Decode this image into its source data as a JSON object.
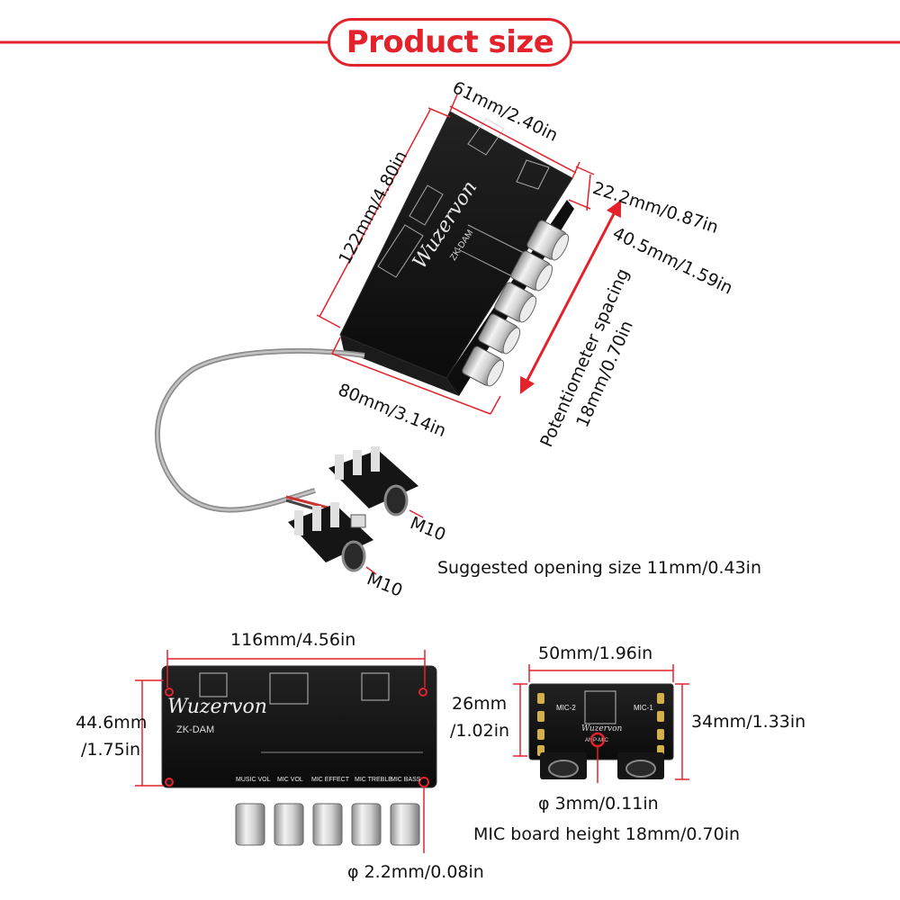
{
  "title": "Product size",
  "brand": {
    "logo": "Wuzervon",
    "model": "ZK-DAM",
    "mic_logo": "Wuzervon",
    "mic_model": "AMP-MIC"
  },
  "top_view": {
    "width": "61mm/2.40in",
    "length": "122mm/4.80in",
    "height": "22.2mm/0.87in",
    "knob_span": "40.5mm/1.59in",
    "spacing_label": "Potentiometer spacing",
    "spacing_value": "18mm/0.70in",
    "depth": "80mm/3.14in",
    "jack1": "M10",
    "jack2": "M10",
    "opening": "Suggested opening size 11mm/0.43in"
  },
  "front_view": {
    "width": "116mm/4.56in",
    "height_mm": "44.6mm",
    "height_in": "/1.75in",
    "hole": "φ 2.2mm/0.08in",
    "pcb_labels": [
      "MUSIC VOL",
      "MIC VOL",
      "MIC EFFECT",
      "MIC TREBLE",
      "MIC BASS"
    ]
  },
  "mic_board": {
    "width": "50mm/1.96in",
    "left_mm": "26mm",
    "left_in": "/1.02in",
    "right": "34mm/1.33in",
    "hole": "φ 3mm/0.11in",
    "height_note": "MIC board height 18mm/0.70in",
    "labels": [
      "MIC-2",
      "MIC-1"
    ]
  },
  "colors": {
    "accent": "#e3222b",
    "board": "#141414",
    "knob": "#c9c9c9"
  }
}
